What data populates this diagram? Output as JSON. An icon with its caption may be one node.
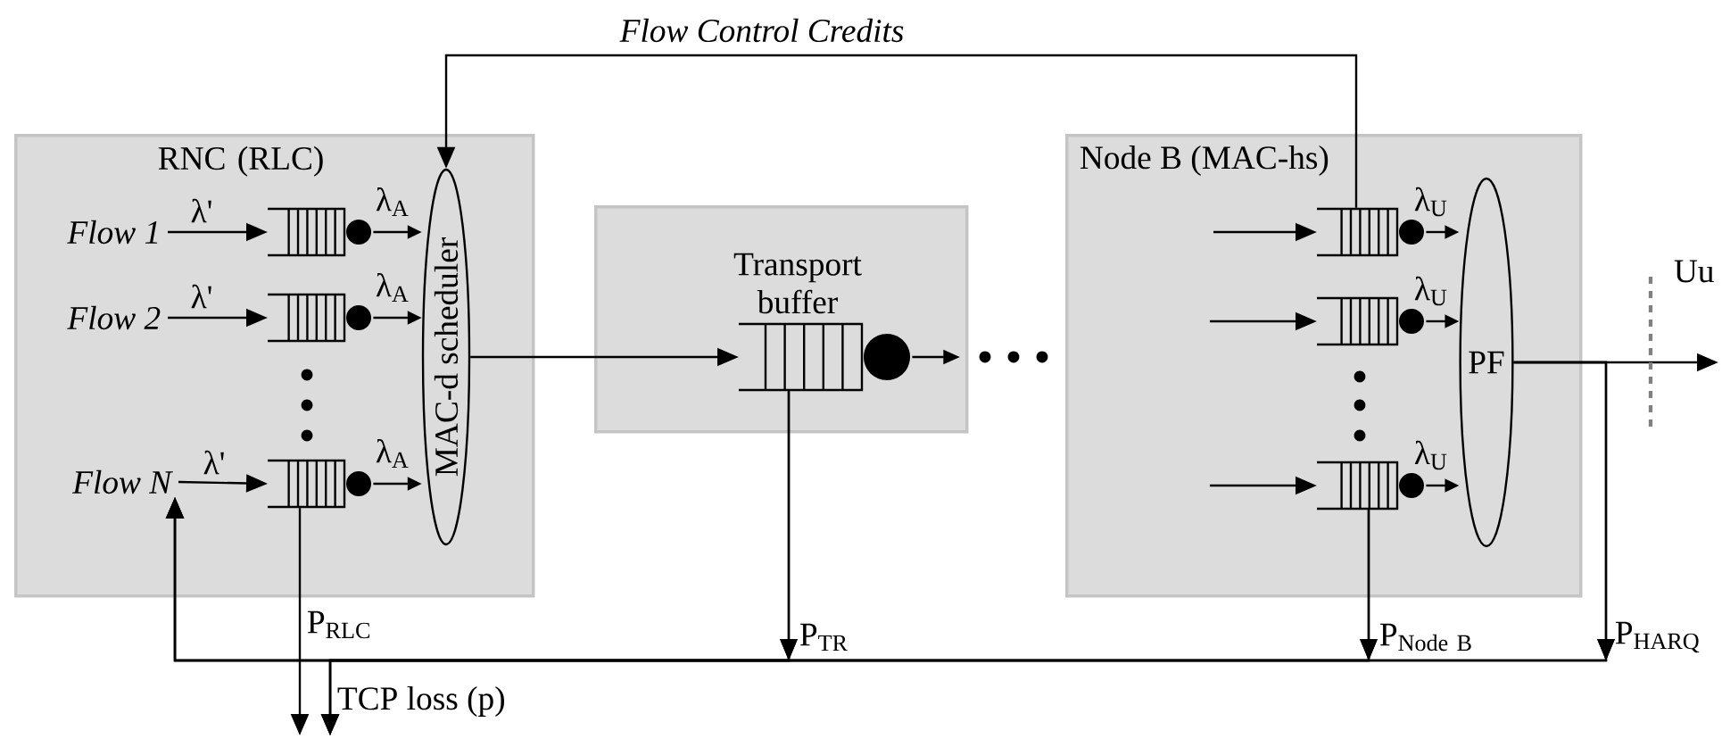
{
  "diagram": {
    "nodes": [
      {
        "text": [
          "RNC (RLC)"
        ]
      },
      {
        "text": [
          "Flow 1"
        ],
        "in": 0
      },
      {
        "text": [
          "Flow 2"
        ],
        "in": 0
      },
      {
        "text": [
          "Flow N"
        ],
        "in": 0
      },
      {
        "text": [],
        "shape": "queue",
        "in": 0
      },
      {
        "text": [],
        "shape": "queue",
        "in": 0
      },
      {
        "text": [],
        "shape": "queue",
        "in": 0
      },
      {
        "text": [
          "MAC-d scheduler"
        ],
        "in": 0
      },
      {
        "text": [
          "Transport buffer"
        ]
      },
      {
        "text": [],
        "shape": "queue",
        "in": 8
      },
      {
        "text": [
          "Node B (MAC-hs)"
        ]
      },
      {
        "text": [],
        "shape": "queue",
        "in": 10
      },
      {
        "text": [],
        "shape": "queue",
        "in": 10
      },
      {
        "text": [],
        "shape": "queue",
        "in": 10
      },
      {
        "text": [
          "PF"
        ],
        "in": 10
      }
    ],
    "edges": [
      {
        "from": 1,
        "to": 4,
        "arrow": "to",
        "label": "λ'"
      },
      {
        "from": 2,
        "to": 5,
        "arrow": "to",
        "label": "λ'"
      },
      {
        "from": 3,
        "to": 6,
        "arrow": "to",
        "label": "λ'"
      },
      {
        "from": 4,
        "to": 7,
        "arrow": "to",
        "label": "λ$_{A}$"
      },
      {
        "from": 5,
        "to": 7,
        "arrow": "to",
        "label": "λ$_{A}$"
      },
      {
        "from": 6,
        "to": 7,
        "arrow": "to",
        "label": "λ$_{A}$"
      },
      {
        "from": 7,
        "to": 9,
        "arrow": "to"
      },
      {
        "from": 9,
        "to": null,
        "arrow": "to"
      },
      {
        "from": null,
        "to": 11,
        "arrow": "to"
      },
      {
        "from": null,
        "to": 12,
        "arrow": "to"
      },
      {
        "from": null,
        "to": 13,
        "arrow": "to"
      },
      {
        "from": 11,
        "to": 14,
        "arrow": "to",
        "label": "λ$_{U}$"
      },
      {
        "from": 12,
        "to": 14,
        "arrow": "to",
        "label": "λ$_{U}$"
      },
      {
        "from": 13,
        "to": 14,
        "arrow": "to",
        "label": "λ$_{U}$"
      },
      {
        "from": 14,
        "to": null,
        "arrow": "to"
      },
      {
        "from": 11,
        "to": 7,
        "arrow": "to",
        "label": "Flow Control Credits"
      },
      {
        "from": 6,
        "to": null,
        "arrow": "to",
        "label": "P$_{RLC}$"
      },
      {
        "from": 9,
        "to": 3,
        "arrow": "to",
        "label": "P$_{TR}$"
      },
      {
        "from": 13,
        "to": 3,
        "arrow": "to",
        "label": "\\mathrm{P}_{\\mathrm{Node\\ B}}"
      },
      {
        "from": 14,
        "to": 3,
        "arrow": "to",
        "label": "P$_{HARQ}$"
      },
      {
        "from": 9,
        "to": null,
        "arrow": "to"
      },
      {
        "from": 13,
        "to": null,
        "arrow": "to"
      },
      {
        "from": 14,
        "to": null,
        "arrow": "to",
        "label": "TCP loss (p)"
      }
    ],
    "labels": [
      "Uu"
    ]
  }
}
